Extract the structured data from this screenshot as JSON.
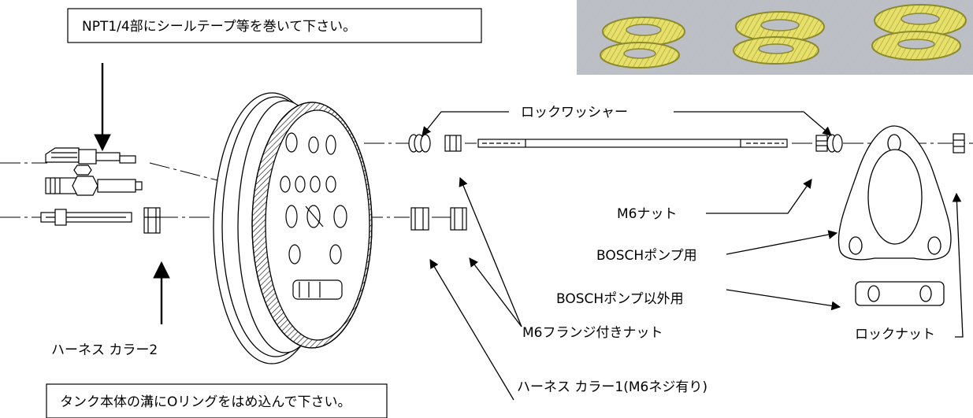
{
  "notes": {
    "top_note": "NPT1/4部にシールテープ等を巻いて下さい。",
    "bottom_note": "タンク本体の溝にOリングをはめ込んで下さい。"
  },
  "labels": {
    "lock_washer": "ロックワッシャー",
    "m6_nut": "M6ナット",
    "bosch_pump": "BOSCHポンプ用",
    "non_bosch_pump": "BOSCHポンプ以外用",
    "m6_flange_nut": "M6フランジ付きナット",
    "lock_nut": "ロックナット",
    "harness_collar_2": "ハーネス カラー2",
    "harness_collar_1": "ハーネス カラー1(M6ネジ有り)"
  },
  "colors": {
    "line": "#000000",
    "photo_bg": "#bcc0c6",
    "washer_fill": "#e6e06a",
    "washer_stroke": "#8d8a2c"
  }
}
